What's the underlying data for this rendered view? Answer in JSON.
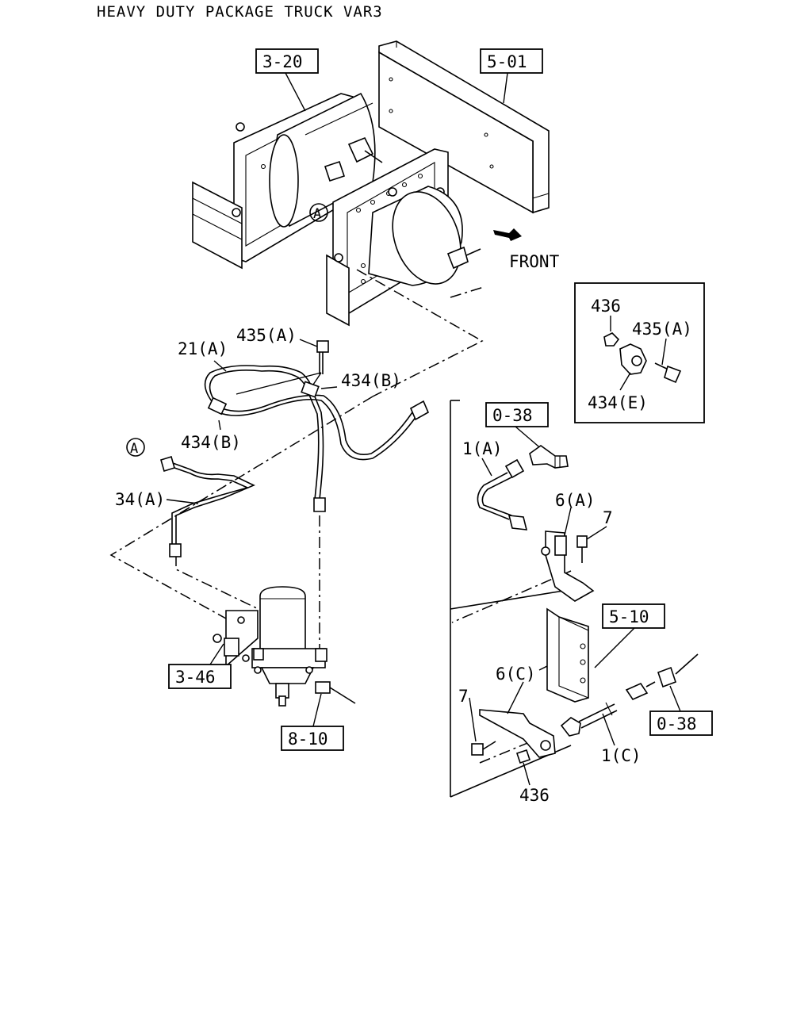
{
  "title": "HEAVY DUTY PACKAGE TRUCK VAR3",
  "front_label": "FRONT",
  "ref_boxes": {
    "ref_3_20": "3-20",
    "ref_5_01": "5-01",
    "ref_0_38_top": "0-38",
    "ref_5_10": "5-10",
    "ref_3_46": "3-46",
    "ref_8_10": "8-10",
    "ref_0_38_bottom": "0-38"
  },
  "callouts": {
    "c_A_tank": "A",
    "c_A_pipe": "A",
    "p_435A_main": "435(A)",
    "p_21A": "21(A)",
    "p_434B_upper": "434(B)",
    "p_434B_lower": "434(B)",
    "p_34A": "34(A)",
    "p_1A": "1(A)",
    "p_6A": "6(A)",
    "p_7_upper": "7",
    "p_6C": "6(C)",
    "p_7_lower": "7",
    "p_1C": "1(C)",
    "p_436_lower": "436"
  },
  "inset": {
    "p_436": "436",
    "p_435A": "435(A)",
    "p_434E": "434(E)"
  }
}
